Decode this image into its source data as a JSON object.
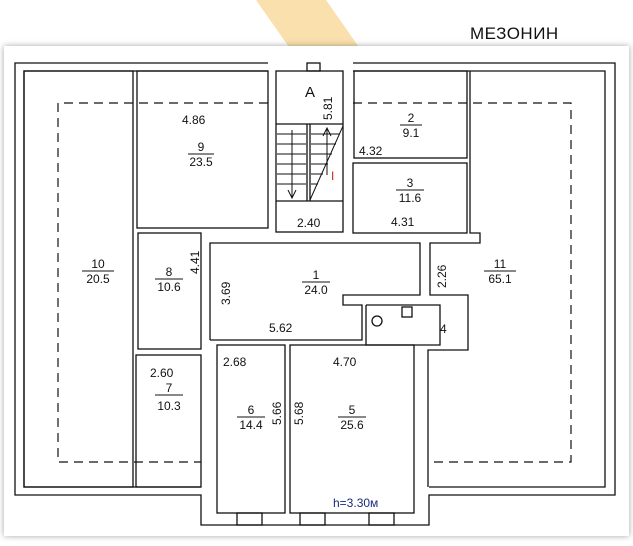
{
  "title": "МЕЗОНИН",
  "ceiling_height": "h=3.30м",
  "stair_label": "А",
  "stair_mark": "I",
  "rooms": [
    {
      "number": "1",
      "area": "24.0"
    },
    {
      "number": "2",
      "area": "9.1"
    },
    {
      "number": "3",
      "area": "11.6"
    },
    {
      "number": "4",
      "area": ""
    },
    {
      "number": "5",
      "area": "25.6"
    },
    {
      "number": "6",
      "area": "14.4"
    },
    {
      "number": "7",
      "area": "10.3"
    },
    {
      "number": "8",
      "area": "10.6"
    },
    {
      "number": "9",
      "area": "23.5"
    },
    {
      "number": "10",
      "area": "20.5"
    },
    {
      "number": "11",
      "area": "65.1"
    }
  ],
  "dimensions": {
    "stair_length": "5.81",
    "stair_width": "2.40",
    "r9_width": "4.86",
    "r2_width": "4.32",
    "r3_width": "4.31",
    "r8_height": "4.41",
    "r1_height": "3.69",
    "r1_width": "5.62",
    "corridor": "2.26",
    "r7_width": "2.60",
    "r6_width": "2.68",
    "r6_height": "5.66",
    "r5_height": "5.68",
    "r5_width": "4.70"
  },
  "colors": {
    "watermark": "#f6c66a",
    "stair_mark": "#d22020",
    "height_label": "#1a2a7a"
  }
}
